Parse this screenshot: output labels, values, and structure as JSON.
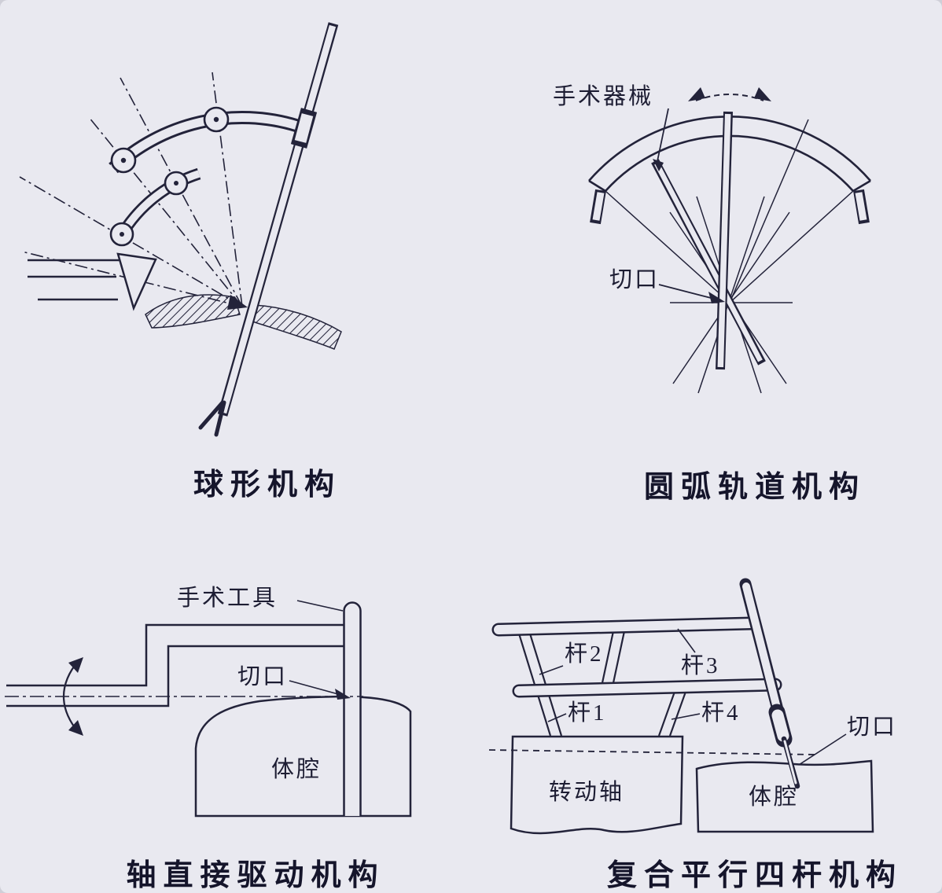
{
  "page": {
    "background_color": "#e9e9f0",
    "ink_color": "#23233a",
    "description_of_content": "Four schematic line drawings of surgical robot remote-center-of-motion mechanisms"
  },
  "panels": {
    "spherical": {
      "caption": "球形机构"
    },
    "arc_track": {
      "caption": "圆弧轨道机构",
      "labels": {
        "instrument": "手术器械",
        "incision": "切口"
      }
    },
    "direct_drive": {
      "caption": "轴直接驱动机构",
      "labels": {
        "tool": "手术工具",
        "incision": "切口",
        "cavity": "体腔"
      }
    },
    "four_bar": {
      "caption": "复合平行四杆机构",
      "labels": {
        "bar1": "杆1",
        "bar2": "杆2",
        "bar3": "杆3",
        "bar4": "杆4",
        "incision": "切口",
        "rotation_axis": "转动轴",
        "cavity": "体腔"
      }
    }
  }
}
